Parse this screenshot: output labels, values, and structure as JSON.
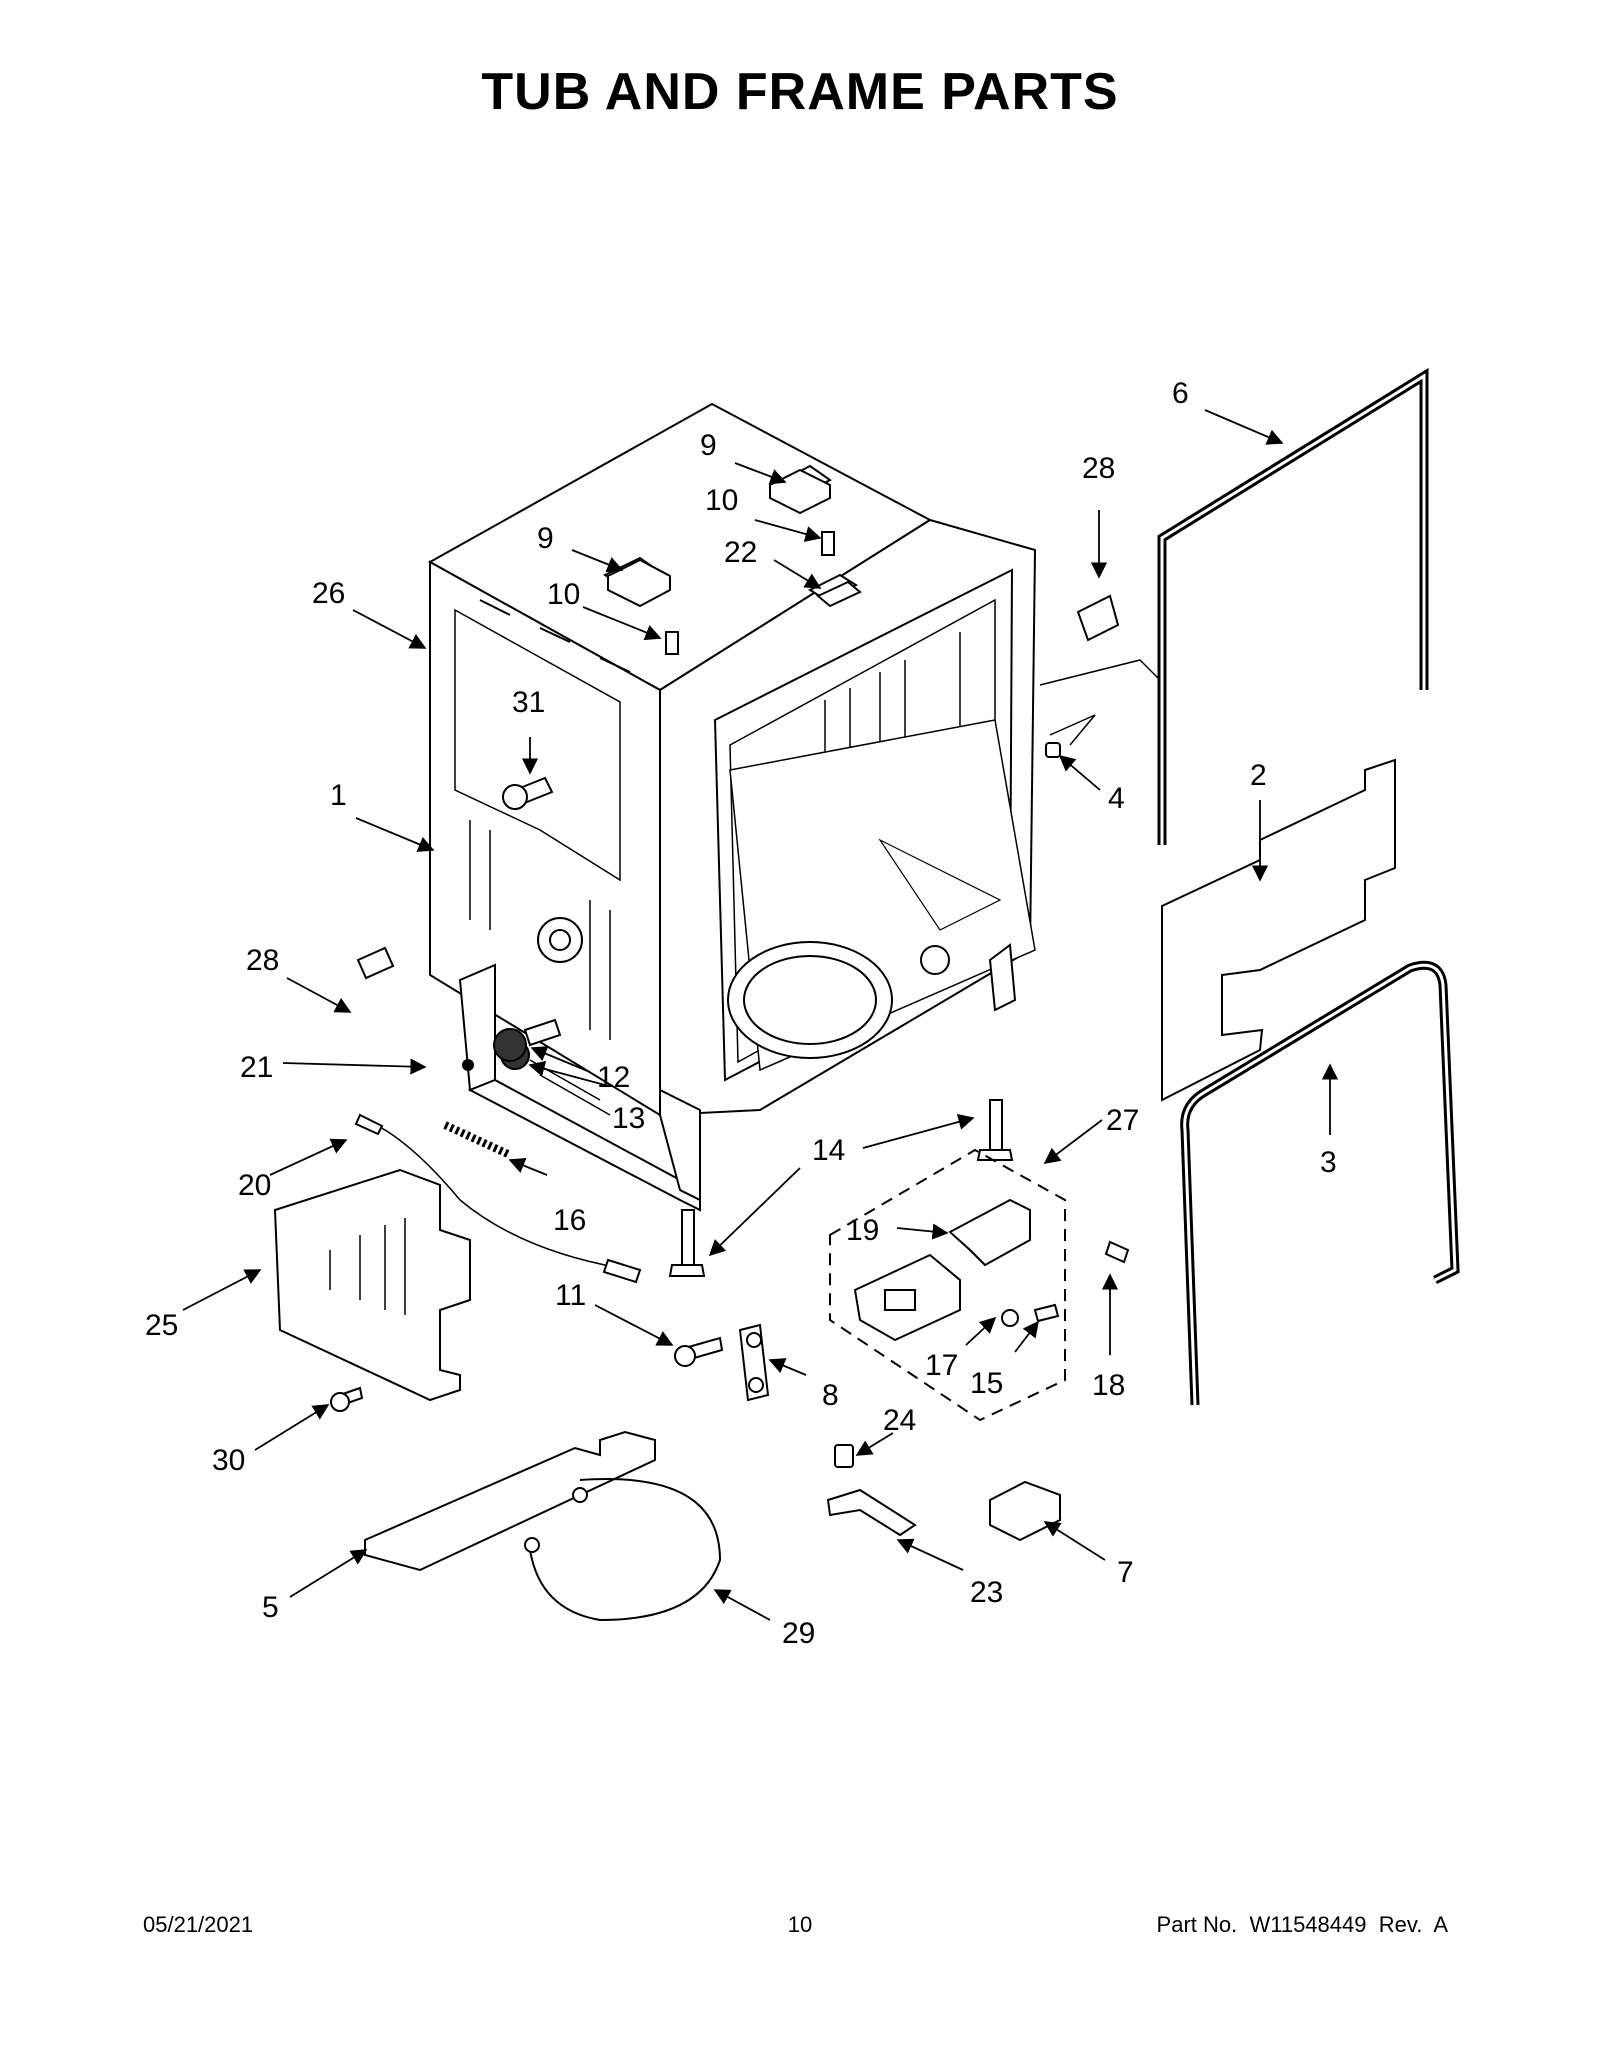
{
  "title": "TUB AND FRAME PARTS",
  "callouts": {
    "c1": "1",
    "c2": "2",
    "c3": "3",
    "c4": "4",
    "c5": "5",
    "c6": "6",
    "c7": "7",
    "c8": "8",
    "c9a": "9",
    "c9b": "9",
    "c10a": "10",
    "c10b": "10",
    "c11": "11",
    "c12": "12",
    "c13": "13",
    "c14": "14",
    "c15": "15",
    "c16": "16",
    "c17": "17",
    "c18": "18",
    "c19": "19",
    "c20": "20",
    "c21": "21",
    "c22": "22",
    "c23": "23",
    "c24": "24",
    "c25": "25",
    "c26": "26",
    "c27": "27",
    "c28a": "28",
    "c28b": "28",
    "c29": "29",
    "c30": "30",
    "c31": "31"
  },
  "footer": {
    "date": "05/21/2021",
    "page": "10",
    "part_info": "Part No.  W11548449  Rev.  A"
  }
}
